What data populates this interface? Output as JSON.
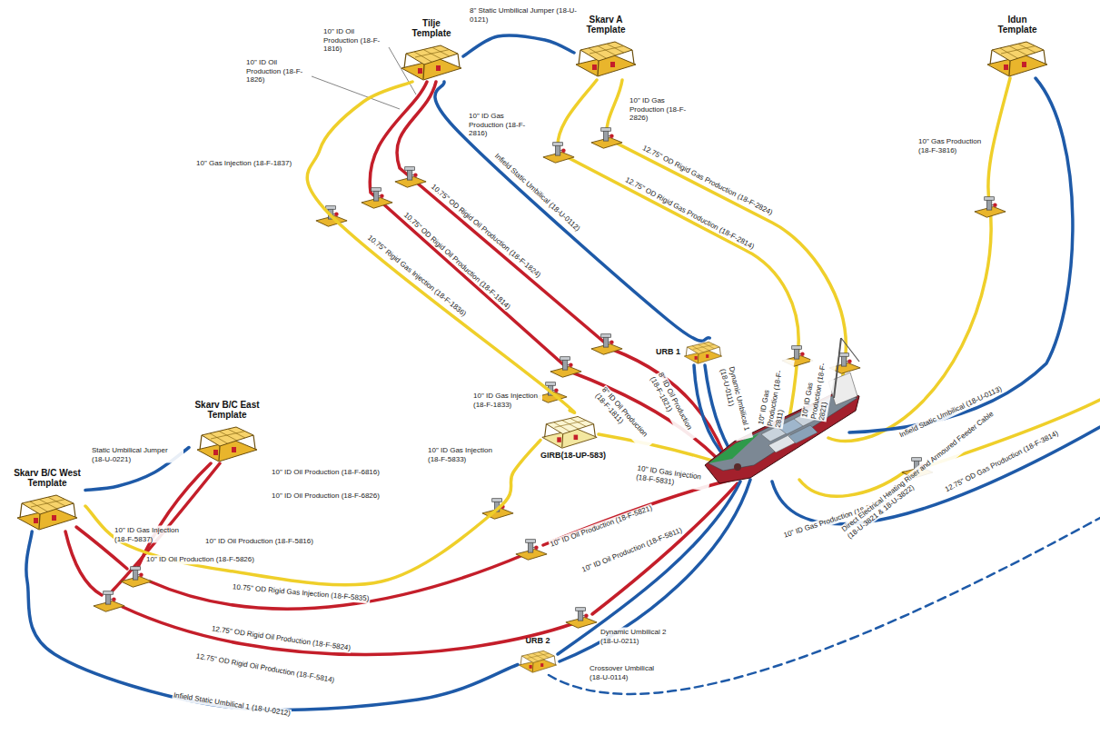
{
  "diagram": {
    "nodes": [
      {
        "text": [
          "Tilje Template"
        ]
      },
      {
        "text": [
          "Skarv A Template"
        ]
      },
      {
        "text": [
          "Idun Template"
        ]
      },
      {
        "text": [
          "URB 1"
        ]
      },
      {
        "text": [
          "GIRB(18-UP-583)"
        ]
      },
      {
        "text": [
          "Skarv B/C East Template"
        ]
      },
      {
        "text": [
          "Skarv B/C West Template"
        ]
      },
      {
        "text": [
          "URB 2"
        ]
      }
    ],
    "edges": [
      {
        "from": 0,
        "to": 1,
        "arrow": "none",
        "label": "8\" Static Umbilical Jumper (18-U-0121)"
      },
      {
        "from": 0,
        "to": 3,
        "arrow": "none",
        "label": "Infield Static Umbilical (18-U-0112)"
      },
      {
        "from": 0,
        "to": 4,
        "arrow": "none",
        "label": "10.75\" Rigid Gas Injection (18-F-1836)"
      },
      {
        "from": 4,
        "to": 6,
        "arrow": "none",
        "label": "10.75\" OD Rigid Gas Injection (18-F-5835)"
      },
      {
        "from": 5,
        "to": 6,
        "arrow": "none",
        "label": "Static Umbilical Jumper (18-U-0221)"
      },
      {
        "from": 6,
        "to": 7,
        "arrow": "none",
        "label": "Infield Static Umbilical 1 (18-U-0212)"
      }
    ],
    "labels": [
      "10\" ID Oil Production (18-F-1816)",
      "10\" ID Oil Production (18-F-1826)",
      "10\" Gas Injection (18-F-1837)",
      "10\" ID Gas Production (18-F-2816)",
      "10\" ID Gas Production (18-F-2826)",
      "12.75\" OD Rigid Gas Production (18-F-2824)",
      "12.75\" OD Rigid Gas Production (18-F-2814)",
      "10\" Gas Production (18-F-3816)",
      "10.75\" OD Rigid Oil Production (18-F-1824)",
      "10.75\" OD Rigid Oil Production (18-F-1814)",
      "Dynamic Umbilical 1 (18-U-0111)",
      "8\" ID Oil Production (18-F-1821)",
      "8\" ID Oil Production (18-F-1811)",
      "10\" ID Gas Production (18-F-2811)",
      "10\" ID Gas Production (18-F-2821)",
      "Infield Static Umbilical (18-U-0113)",
      "12.75\" OD Gas Production (18-F-3814)",
      "10\" ID Gas Injection (18-F-1833)",
      "10\" ID Gas Injection (18-F-5833)",
      "10\" ID Gas Injection (18-F-5831)",
      "10\" ID Gas Production (18-F-3811)",
      "Direct Electrical Heating Riser and Armoured Feeder Cable (18-U-3821 & 18-U-3822)",
      "10\" ID Oil Production (18-F-6816)",
      "10\" ID Oil Production (18-F-6826)",
      "10\" ID Gas Injection (18-F-5837)",
      "10\" ID Oil Production (18-F-5816)",
      "10\" ID Oil Production (18-F-5826)",
      "12.75\" OD Rigid Oil Production (18-F-5824)",
      "12.75\" OD Rigid Oil Production (18-F-5814)",
      "10\" ID Oil Production (18-F-5821)",
      "10\" ID Oil Production (18-F-5811)",
      "Dynamic Umbilical 2 (18-U-0211)",
      "Crossover Umbilical (18-U-0114)"
    ]
  }
}
